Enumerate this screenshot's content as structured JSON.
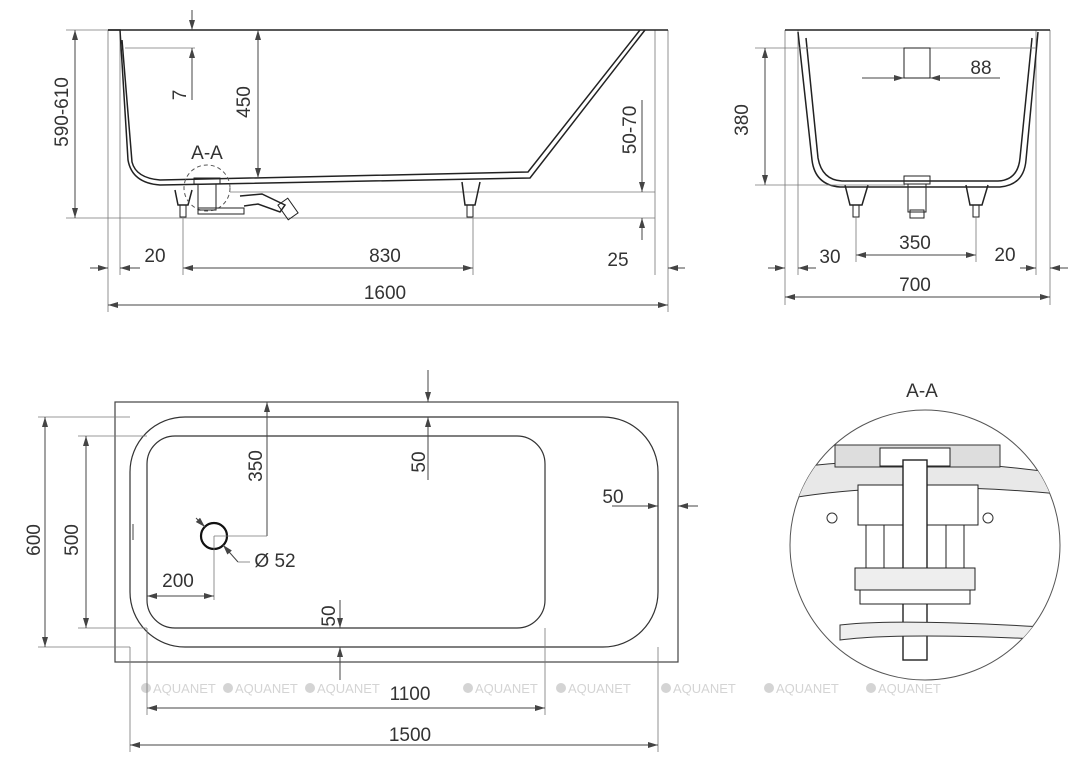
{
  "side_view": {
    "height_total": "590-610",
    "rim_thickness": "7",
    "inner_depth": "450",
    "section_label": "A-A",
    "leg_height": "50-70",
    "left_offset": "20",
    "leg_spacing": "830",
    "right_offset": "25",
    "length": "1600"
  },
  "end_view": {
    "overflow_width": "88",
    "depth": "380",
    "left_offset": "30",
    "leg_spacing": "350",
    "right_offset": "20",
    "width": "700"
  },
  "plan_view": {
    "outer_width": "600",
    "inner_width": "500",
    "drain_offset_y": "350",
    "rim_top": "50",
    "rim_right": "50",
    "drain_diameter": "Ø 52",
    "drain_offset_x": "200",
    "rim_bottom": "50",
    "inner_length": "1100",
    "outer_length": "1500"
  },
  "section_detail": {
    "label": "A-A"
  },
  "watermark": {
    "text": "AQUANET"
  }
}
